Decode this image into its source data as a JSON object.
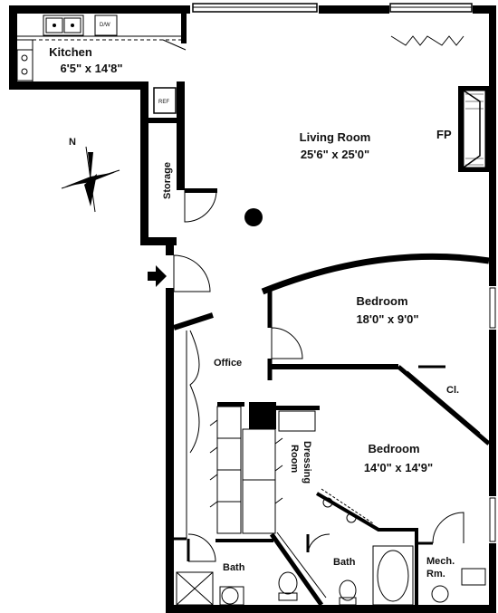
{
  "rooms": {
    "kitchen": {
      "name": "Kitchen",
      "dims": "6'5\" x 14'8\""
    },
    "living": {
      "name": "Living Room",
      "dims": "25'6\" x 25'0\""
    },
    "bedroom1": {
      "name": "Bedroom",
      "dims": "18'0\" x 9'0\""
    },
    "bedroom2": {
      "name": "Bedroom",
      "dims": "14'0\" x 14'9\""
    },
    "office": {
      "name": "Office"
    },
    "dressing_line1": "Dressing",
    "dressing_line2": "Room",
    "storage": "Storage",
    "closet": "Cl.",
    "bath1": "Bath",
    "bath2": "Bath",
    "mech_line1": "Mech.",
    "mech_line2": "Rm."
  },
  "fixtures": {
    "fireplace": "FP",
    "refrigerator": "REF",
    "dishwasher": "D/W"
  },
  "compass": {
    "north": "N"
  }
}
